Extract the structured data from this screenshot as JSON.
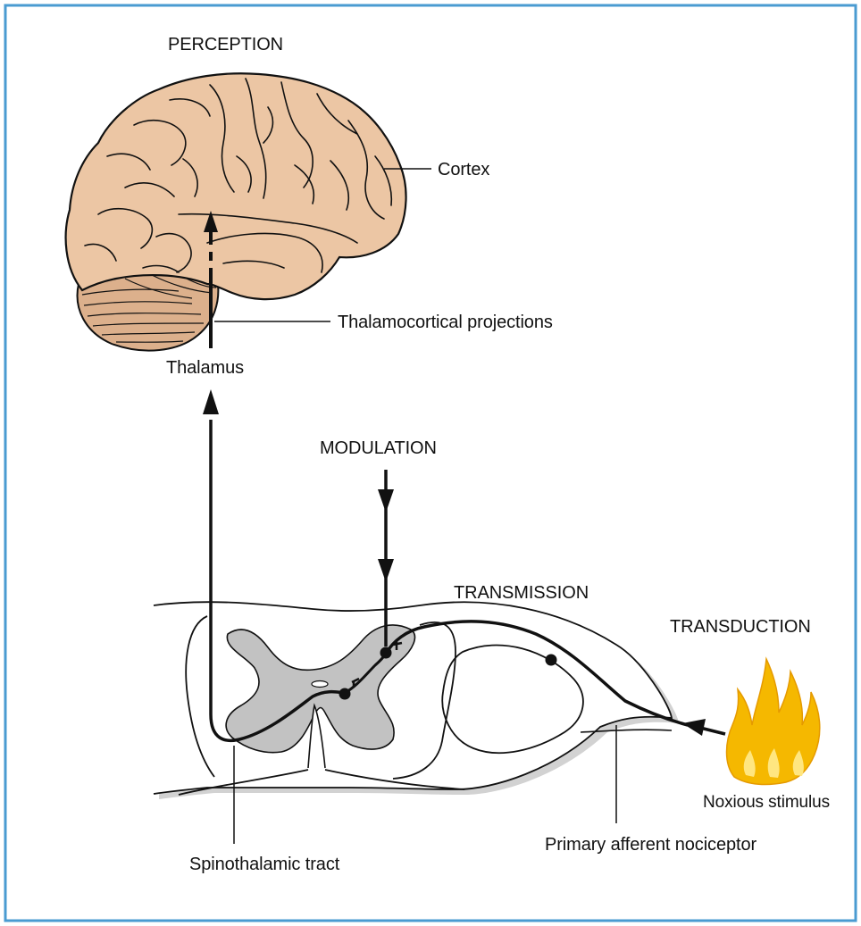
{
  "labels": {
    "perception": "PERCEPTION",
    "cortex": "Cortex",
    "thalamocortical": "Thalamocortical projections",
    "thalamus": "Thalamus",
    "modulation": "MODULATION",
    "transmission": "TRANSMISSION",
    "transduction": "TRANSDUCTION",
    "noxious": "Noxious stimulus",
    "afferent": "Primary afferent nociceptor",
    "spinothalamic": "Spinothalamic tract"
  },
  "colors": {
    "frame": "#4a9bd1",
    "brain": "#ecc6a4",
    "cerebellum": "#dcb08c",
    "white_matter": "#ffffff",
    "grey_matter": "#c2c2c2",
    "shadow": "#d2d2d2",
    "flame_outer": "#f5b800",
    "flame_inner": "#ffe680",
    "ink": "#111111"
  }
}
